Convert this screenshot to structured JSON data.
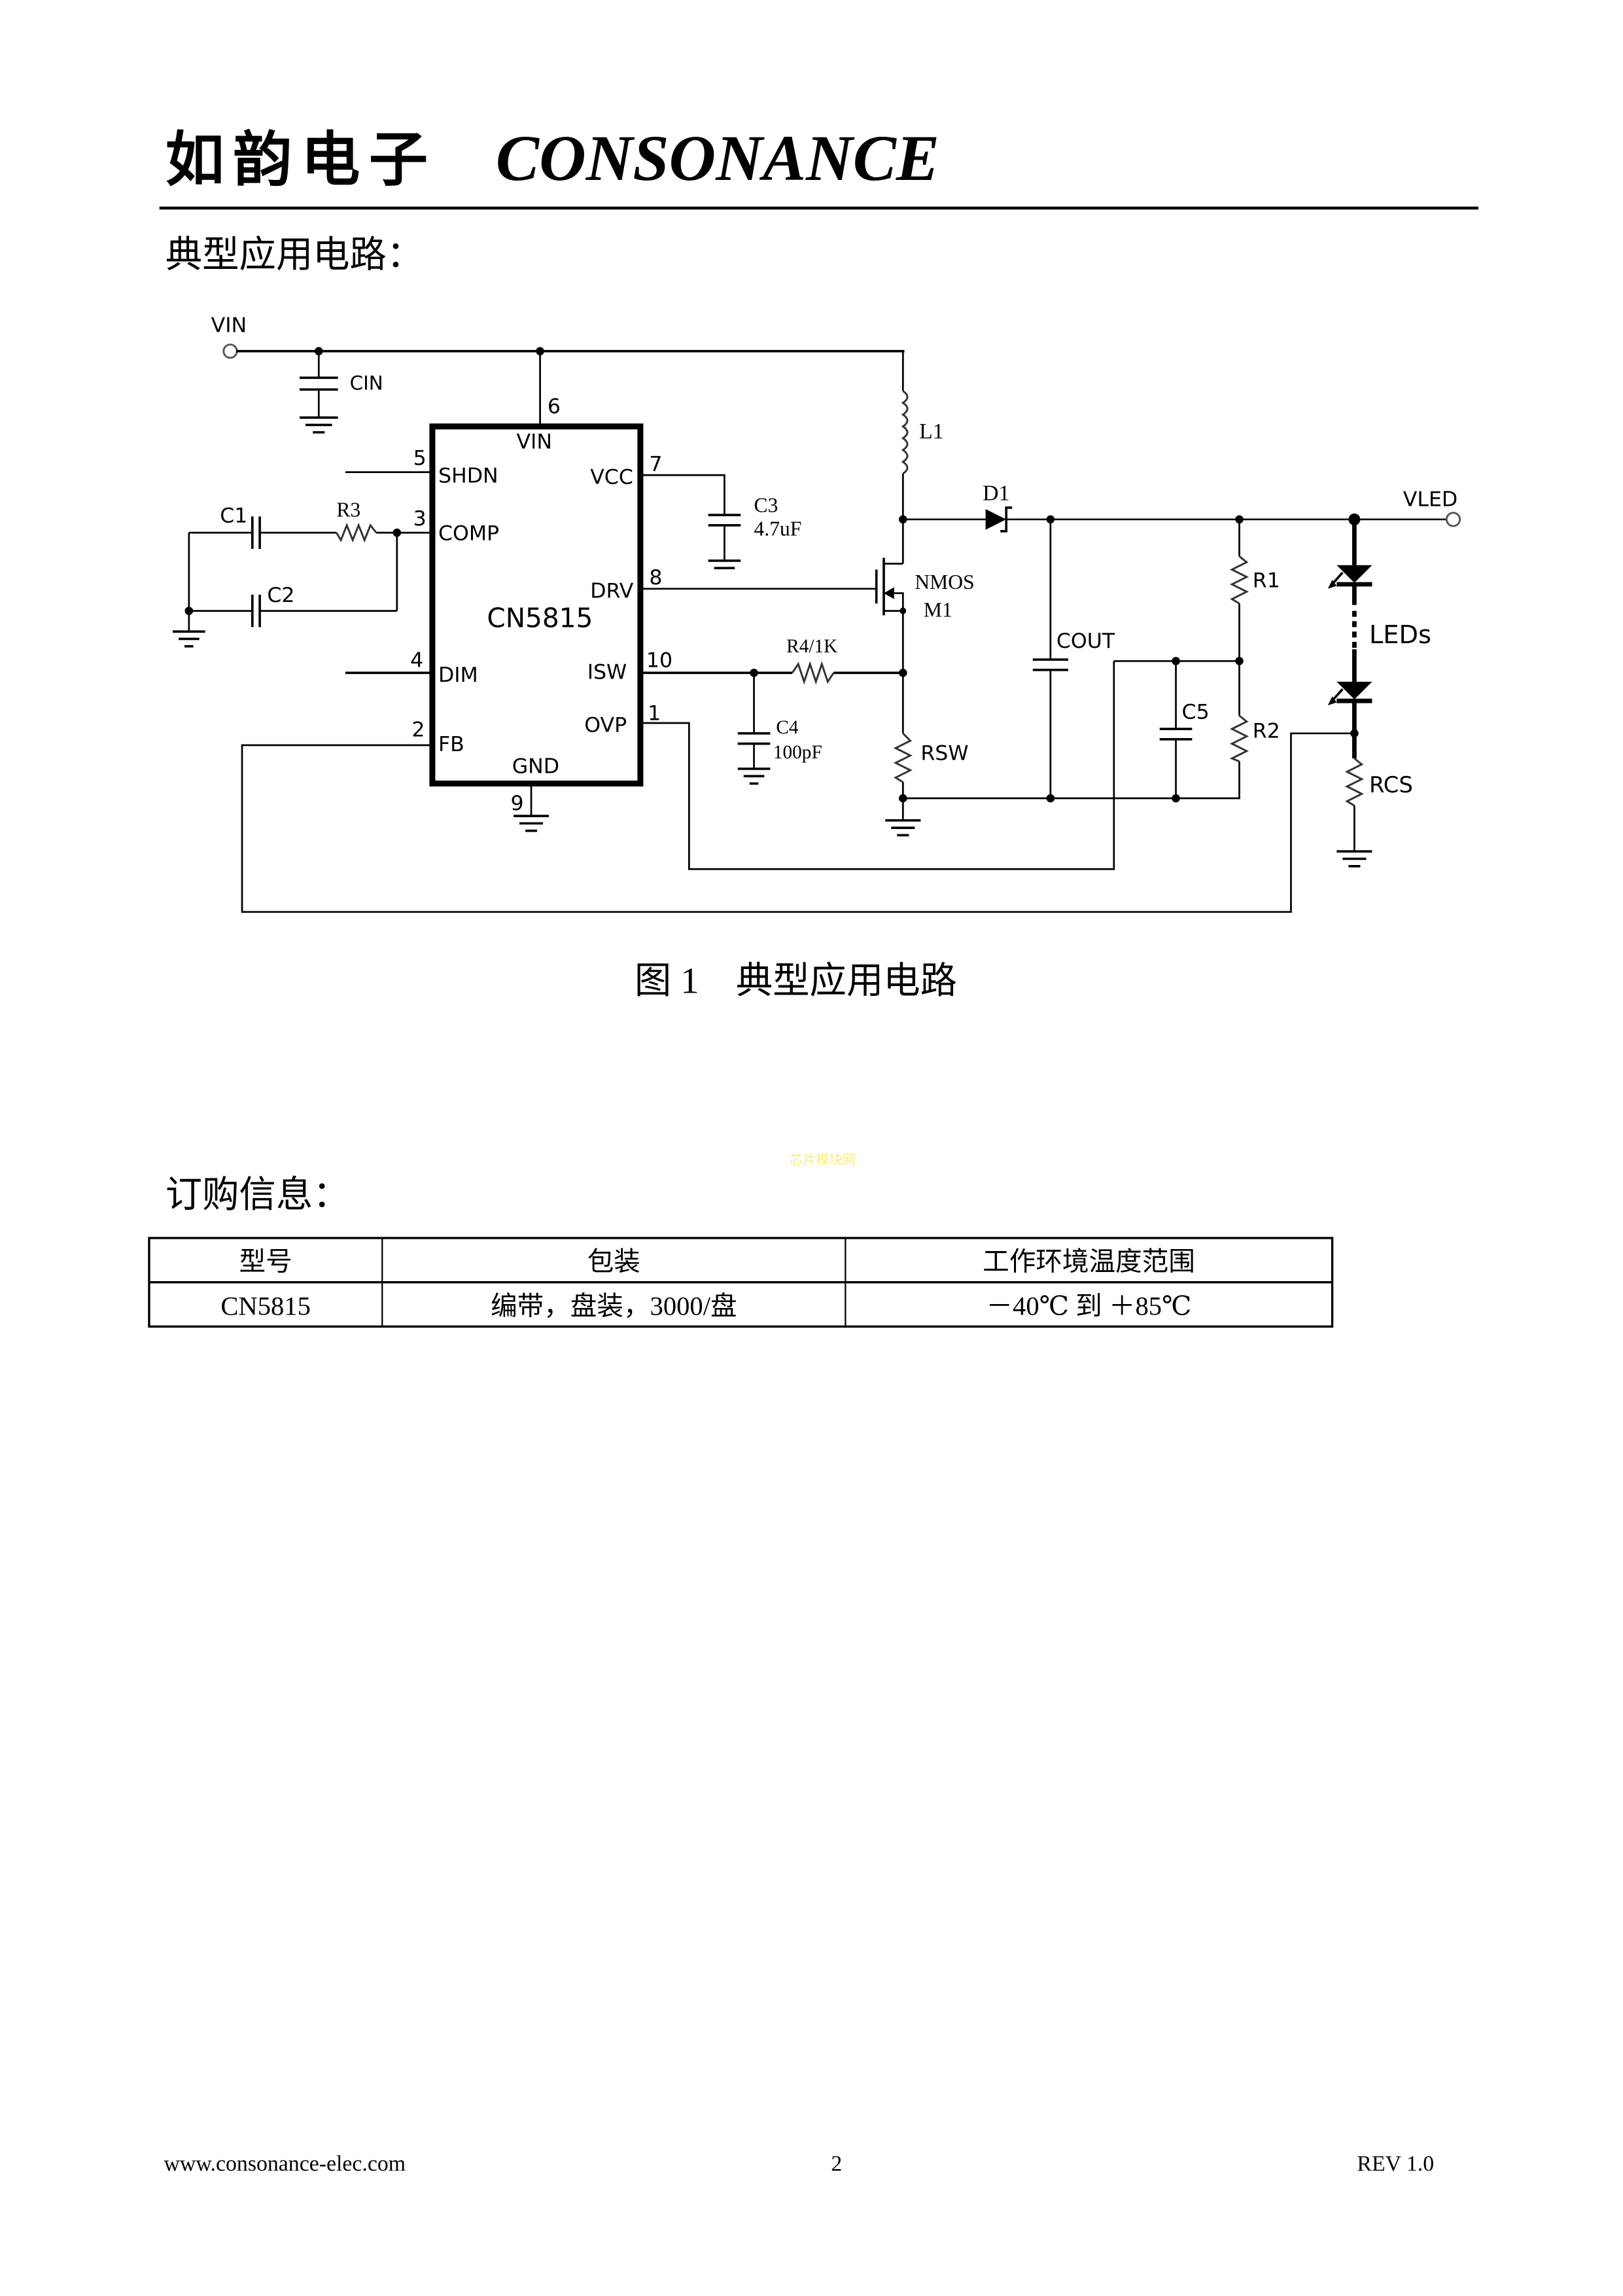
{
  "header": {
    "company_cn": "如韵电子",
    "company_en": "CONSONANCE"
  },
  "section_circuit": {
    "title": "典型应用电路："
  },
  "schematic": {
    "chip_name": "CN5815",
    "pins": {
      "vin": {
        "num": "6",
        "label": "VIN"
      },
      "shdn": {
        "num": "5",
        "label": "SHDN"
      },
      "comp": {
        "num": "3",
        "label": "COMP"
      },
      "dim": {
        "num": "4",
        "label": "DIM"
      },
      "fb": {
        "num": "2",
        "label": "FB"
      },
      "vcc": {
        "num": "7",
        "label": "VCC"
      },
      "drv": {
        "num": "8",
        "label": "DRV"
      },
      "isw": {
        "num": "10",
        "label": "ISW"
      },
      "ovp": {
        "num": "1",
        "label": "OVP"
      },
      "gnd": {
        "num": "9",
        "label": "GND"
      }
    },
    "labels": {
      "vin_node": "VIN",
      "cin": "CIN",
      "c1": "C1",
      "c2": "C2",
      "r3": "R3",
      "c3": "C3",
      "c3_value": "4.7uF",
      "l1": "L1",
      "d1": "D1",
      "nmos": "NMOS",
      "m1": "M1",
      "r4": "R4/1K",
      "c4": "C4",
      "c4_value": "100pF",
      "rsw": "RSW",
      "cout": "COUT",
      "c5": "C5",
      "r1": "R1",
      "r2": "R2",
      "vled": "VLED",
      "leds": "LEDs",
      "rcs": "RCS"
    }
  },
  "figure_caption": "图 1    典型应用电路",
  "watermark": "芯片模块网",
  "section_order": {
    "title": "订购信息：",
    "table": {
      "headers": [
        "型号",
        "包装",
        "工作环境温度范围"
      ],
      "rows": [
        [
          "CN5815",
          "编带，盘装，3000/盘",
          "－40℃ 到 ＋85℃"
        ]
      ]
    }
  },
  "footer": {
    "website": "www.consonance-elec.com",
    "page_number": "2",
    "revision": "REV 1.0"
  }
}
